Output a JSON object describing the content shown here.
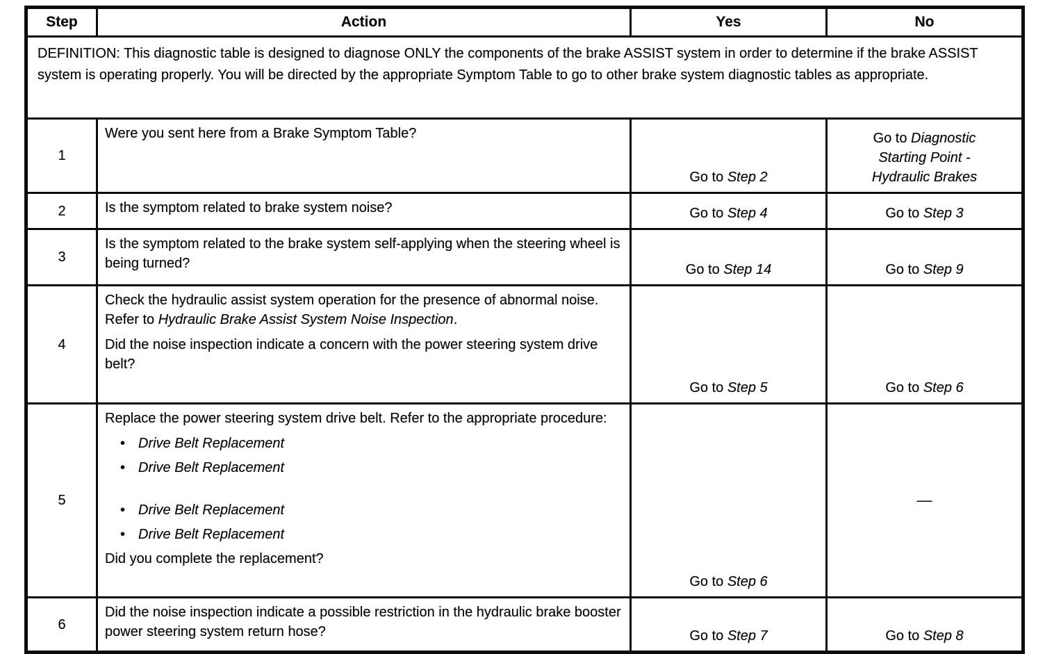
{
  "header": {
    "step": "Step",
    "action": "Action",
    "yes": "Yes",
    "no": "No"
  },
  "definition": "DEFINITION: This diagnostic table is designed to diagnose ONLY the components of the brake ASSIST system in order to determine if the brake ASSIST system is operating properly. You will be directed by the appropriate Symptom Table to go to other brake system diagnostic tables as appropriate.",
  "rows": [
    {
      "step": "1",
      "action": {
        "question": "Were you sent here from a Brake Symptom Table?"
      },
      "yes": {
        "prefix": "Go to ",
        "target": "Step 2"
      },
      "no": {
        "prefix": "Go to ",
        "target": "Diagnostic Starting Point - Hydraulic Brakes"
      }
    },
    {
      "step": "2",
      "action": {
        "question": "Is the symptom related to brake system noise?"
      },
      "yes": {
        "prefix": "Go to ",
        "target": "Step 4"
      },
      "no": {
        "prefix": "Go to ",
        "target": "Step 3"
      }
    },
    {
      "step": "3",
      "action": {
        "question": "Is the symptom related to the brake system self-applying when the steering wheel is being turned?"
      },
      "yes": {
        "prefix": "Go to ",
        "target": "Step 14"
      },
      "no": {
        "prefix": "Go to ",
        "target": "Step 9"
      }
    },
    {
      "step": "4",
      "action": {
        "instruction_prefix": "Check the hydraulic assist system operation for the presence of abnormal noise. Refer to ",
        "instruction_ref": "Hydraulic Brake Assist System Noise Inspection",
        "instruction_suffix": ".",
        "question": "Did the noise inspection indicate a concern with the power steering system drive belt?"
      },
      "yes": {
        "prefix": "Go to ",
        "target": "Step 5"
      },
      "no": {
        "prefix": "Go to ",
        "target": "Step 6"
      }
    },
    {
      "step": "5",
      "action": {
        "instruction": "Replace the power steering system drive belt. Refer to the appropriate procedure:",
        "bullets": [
          "Drive Belt Replacement",
          "Drive Belt Replacement",
          "Drive Belt Replacement",
          "Drive Belt Replacement"
        ],
        "question": "Did you complete the replacement?"
      },
      "yes": {
        "prefix": "Go to ",
        "target": "Step 6"
      },
      "no": {
        "dash": "—"
      }
    },
    {
      "step": "6",
      "action": {
        "question": "Did the noise inspection indicate a possible restriction in the hydraulic brake booster power steering system return hose?"
      },
      "yes": {
        "prefix": "Go to ",
        "target": "Step 7"
      },
      "no": {
        "prefix": "Go to ",
        "target": "Step 8"
      }
    }
  ],
  "colors": {
    "ink": "#0d0d0d",
    "paper": "#ffffff"
  }
}
